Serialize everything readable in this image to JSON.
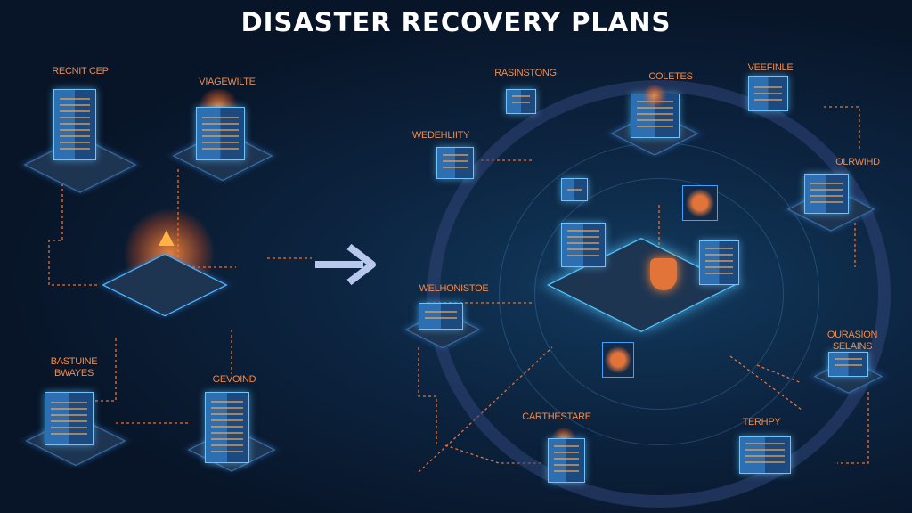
{
  "title": "DISASTER RECOVERY PLANS",
  "left_labels": [
    "RECNIT CEP",
    "VIAGEWILTE",
    "BASTUINE BWAYES",
    "GEVOIND"
  ],
  "right_labels": [
    "RASINSTONG",
    "COLETES",
    "VEEFINLE",
    "WEDEHLIITY",
    "OLRWIHD",
    "WELHONISTOE",
    "OURASION SELAINS",
    "CARTHESTARE",
    "TERHPY"
  ],
  "colors": {
    "accent": "#f08a4b",
    "glow": "#4fb6ff",
    "background": "#0a1d36"
  }
}
